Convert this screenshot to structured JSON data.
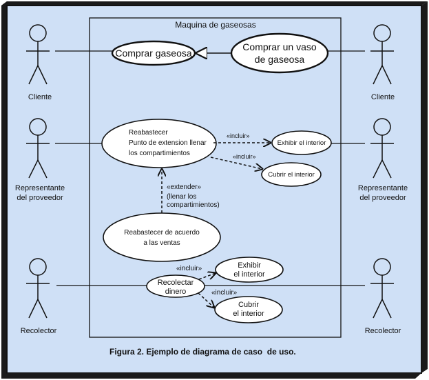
{
  "system": {
    "title": "Maquina de gaseosas"
  },
  "actors": {
    "cliente_left": "Cliente",
    "cliente_right": "Cliente",
    "rep_left_line1": "Representante",
    "rep_left_line2": "del proveedor",
    "rep_right_line1": "Representante",
    "rep_right_line2": "del proveedor",
    "recolector_left": "Recolector",
    "recolector_right": "Recolector"
  },
  "use_cases": {
    "comprar_gaseosa": "Comprar gaseosa",
    "comprar_vaso_line1": "Comprar un vaso",
    "comprar_vaso_line2": "de gaseosa",
    "reabastecer_line1": "Reabastecer",
    "reabastecer_line2": "Punto de extension llenar",
    "reabastecer_line3": "los compartimientos",
    "exhibir_interior_1": "Exhibir el interior",
    "cubrir_interior_1": "Cubrir el interior",
    "reabastecer_ventas_line1": "Reabastecer de acuerdo",
    "reabastecer_ventas_line2": "a las ventas",
    "recolectar_line1": "Recolectar",
    "recolectar_line2": "dinero",
    "exhibir_line1": "Exhibir",
    "exhibir_line2": "el interior",
    "cubrir_line1": "Cubrir",
    "cubrir_line2": "el interior"
  },
  "relations": {
    "incluir_1": "«incluir»",
    "incluir_2": "«incluir»",
    "incluir_3": "«incluir»",
    "incluir_4": "«incluir»",
    "extender_line1": "«extender»",
    "extender_line2": "(llenar los",
    "extender_line3": "compartimientos)"
  },
  "caption": "Figura 2. Ejemplo de diagrama de caso  de uso.",
  "colors": {
    "background": "#cfe0f6",
    "frame_shadow": "#1a1a1a",
    "ink": "#111111"
  }
}
